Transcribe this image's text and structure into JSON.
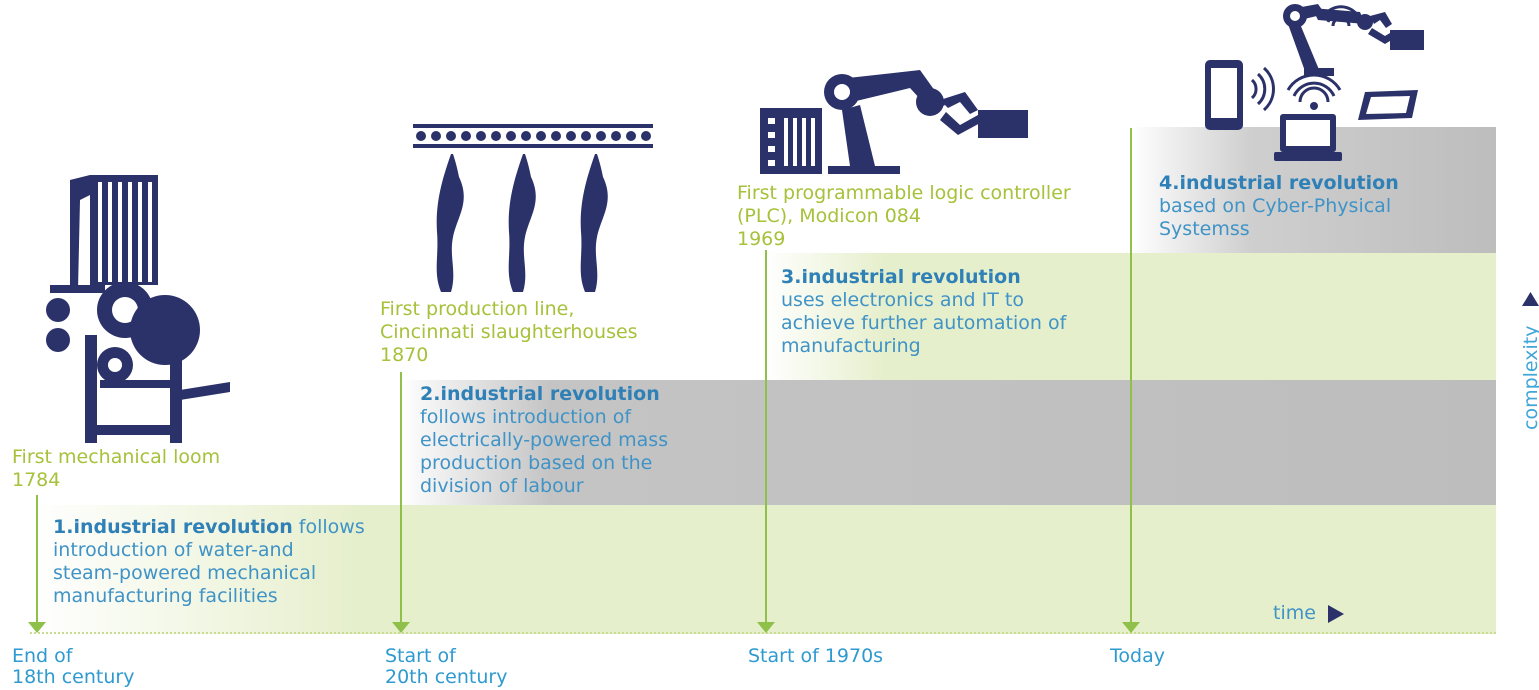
{
  "milestones": [
    {
      "title": "First mechanical loom",
      "year": "1784"
    },
    {
      "title_line1": "First production line,",
      "title_line2": "Cincinnati slaughterhouses",
      "year": "1870"
    },
    {
      "title_line1": "First programmable logic controller",
      "title_line2": "(PLC), Modicon 084",
      "year": "1969"
    }
  ],
  "revolutions": [
    {
      "bold": "1.industrial revolution",
      "line1_rest": " follows",
      "lines": [
        "introduction of water-and",
        "steam-powered mechanical",
        "manufacturing facilities"
      ]
    },
    {
      "heading": "2.industrial revolution",
      "lines": [
        "follows introduction of",
        "electrically-powered mass",
        "production based on the",
        "division of labour"
      ]
    },
    {
      "heading": "3.industrial revolution",
      "lines": [
        "uses electronics and IT to",
        "achieve further automation of",
        "manufacturing"
      ]
    },
    {
      "heading": "4.industrial revolution",
      "lines": [
        "based on Cyber-Physical",
        "Systemss"
      ]
    }
  ],
  "x_labels": [
    {
      "line1": "End of",
      "line2": "18th century"
    },
    {
      "line1": "Start of",
      "line2": "20th century"
    },
    {
      "line1": "Start of 1970s"
    },
    {
      "line1": "Today"
    }
  ],
  "axes": {
    "x": "time",
    "y": "complexity"
  },
  "icons": [
    "loom-icon",
    "conveyor-carcass-icon",
    "robot-arm-plc-icon",
    "cyber-physical-devices-icon"
  ],
  "colors": {
    "navy": "#2b3169",
    "green": "#a6c13a",
    "blue": "#3f93c6",
    "band_green": "#e6efcc",
    "band_gray": "#bdbdbd"
  }
}
